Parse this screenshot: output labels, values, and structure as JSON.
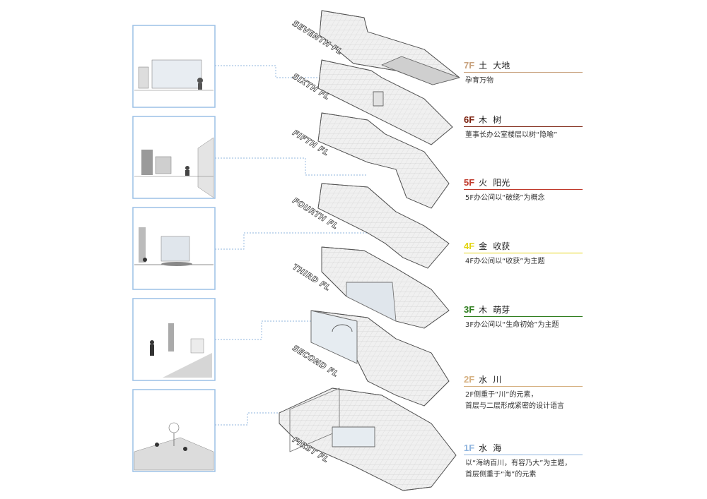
{
  "floors": [
    {
      "id": "7F",
      "axis_label": "SEVENTH FL",
      "element": "土",
      "name": "大地",
      "desc": [
        "孕育万物"
      ],
      "color": "#c8a27e"
    },
    {
      "id": "6F",
      "axis_label": "SIXTH FL",
      "element": "木",
      "name": "树",
      "desc": [
        "董事长办公室楼层以树“隐喻”"
      ],
      "color": "#7a1f0c"
    },
    {
      "id": "5F",
      "axis_label": "FIFTH FL",
      "element": "火",
      "name": "阳光",
      "desc": [
        "5F办公间以“破绕”为概念"
      ],
      "color": "#c0392b"
    },
    {
      "id": "4F",
      "axis_label": "FOURTH FL",
      "element": "金",
      "name": "收获",
      "desc": [
        "4F办公间以“收获”为主题"
      ],
      "color": "#e3d514"
    },
    {
      "id": "3F",
      "axis_label": "THIRD FL",
      "element": "木",
      "name": "萌芽",
      "desc": [
        "3F办公间以“生命初始”为主题"
      ],
      "color": "#2f7d1e"
    },
    {
      "id": "2F",
      "axis_label": "SECOND FL",
      "element": "水",
      "name": "川",
      "desc": [
        "2F侧重于“川”的元素，",
        "首层与二层形成紧密的设计语言"
      ],
      "color": "#d6b182"
    },
    {
      "id": "1F",
      "axis_label": "FIRST FL",
      "element": "水",
      "name": "海",
      "desc": [
        "以“海纳百川，有容乃大”为主题，",
        "首层侧重于“海”的元素"
      ],
      "color": "#8fb4de"
    }
  ],
  "colors": {
    "photo_frame": "#9cc0e6",
    "connector": "#8fb4de",
    "plan_fill": "#f0f0f0",
    "plan_line": "#555555"
  }
}
